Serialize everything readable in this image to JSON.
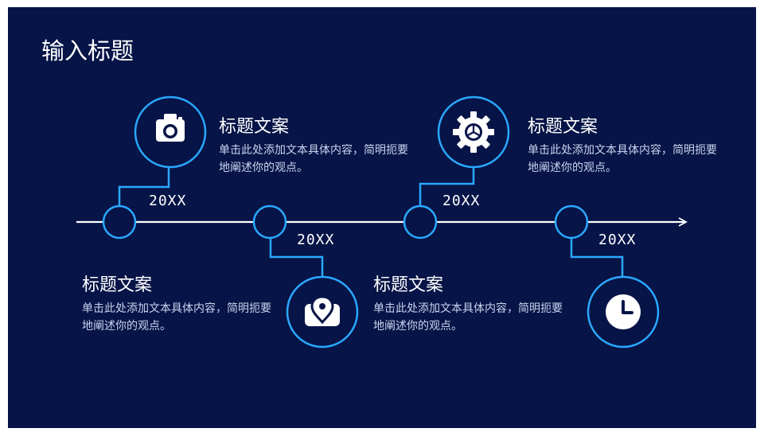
{
  "slide": {
    "title": "输入标题",
    "colors": {
      "background": "#071447",
      "accent": "#2aa8ff",
      "line": "#ffffff",
      "icon": "#ffffff"
    }
  },
  "timeline": {
    "milestones": [
      {
        "year": "20XX",
        "icon": "camera-icon",
        "position": "above",
        "title": "标题文案",
        "body": "单击此处添加文本具体内容，简明扼要地阐述你的观点。"
      },
      {
        "year": "20XX",
        "icon": "location-pin-icon",
        "position": "below",
        "title": "标题文案",
        "body": "单击此处添加文本具体内容，简明扼要地阐述你的观点。"
      },
      {
        "year": "20XX",
        "icon": "gear-icon",
        "position": "above",
        "title": "标题文案",
        "body": "单击此处添加文本具体内容，简明扼要地阐述你的观点。"
      },
      {
        "year": "20XX",
        "icon": "clock-icon",
        "position": "below",
        "title": "标题文案",
        "body": "单击此处添加文本具体内容，简明扼要地阐述你的观点。"
      }
    ]
  }
}
